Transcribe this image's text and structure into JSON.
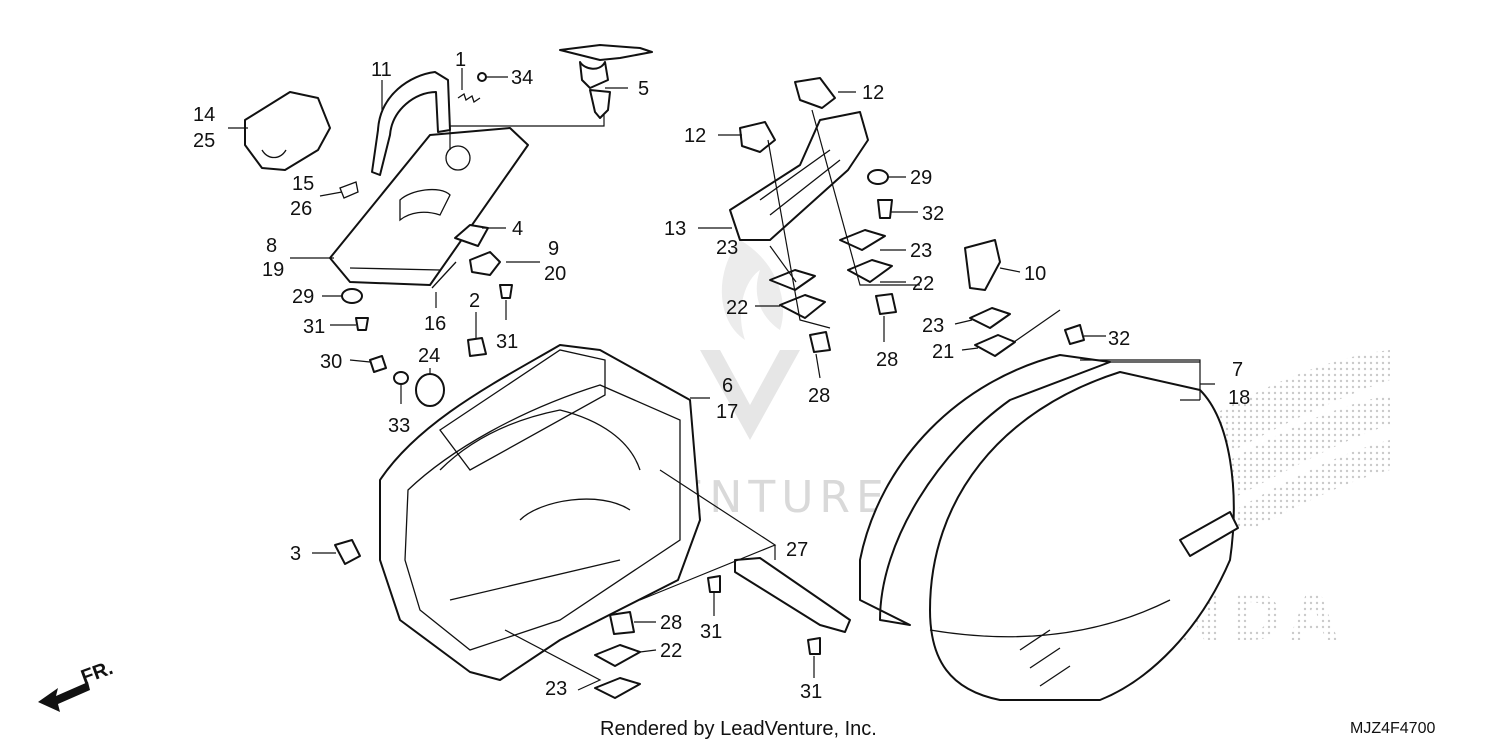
{
  "labels": {
    "l1": "1",
    "l11": "11",
    "l34": "34",
    "l5": "5",
    "l14": "14",
    "l25": "25",
    "l15": "15",
    "l26": "26",
    "l4": "4",
    "l8": "8",
    "l19": "19",
    "l9": "9",
    "l20": "20",
    "l29a": "29",
    "l31a": "31",
    "l16": "16",
    "l2": "2",
    "l31b": "31",
    "l30": "30",
    "l24": "24",
    "l33": "33",
    "l6": "6",
    "l17": "17",
    "l3": "3",
    "l12a": "12",
    "l12b": "12",
    "l13": "13",
    "l29b": "29",
    "l32a": "32",
    "l23a": "23",
    "l22a": "22",
    "l23b": "23",
    "l22b": "22",
    "l28a": "28",
    "l28b": "28",
    "l10": "10",
    "l23c": "23",
    "l21": "21",
    "l32b": "32",
    "l7": "7",
    "l18": "18",
    "l27": "27",
    "l31c": "31",
    "l28c": "28",
    "l22c": "22",
    "l23d": "23",
    "l31d": "31"
  },
  "front_marker": "FR.",
  "footer": {
    "credit": "Rendered by LeadVenture, Inc.",
    "code": "MJZ4F4700"
  },
  "watermark": {
    "text": "LEADVENTURE",
    "brand": "HONDA"
  }
}
